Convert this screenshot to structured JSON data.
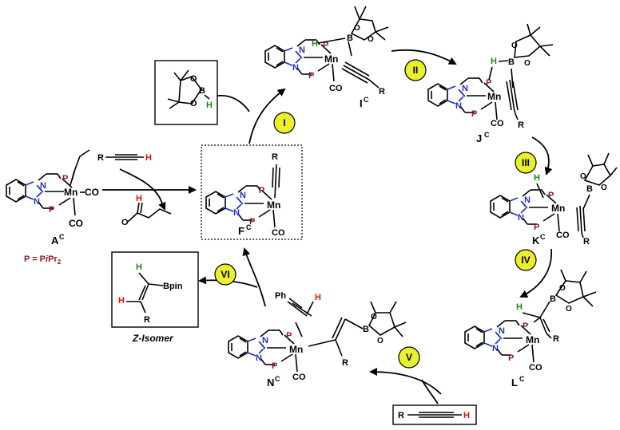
{
  "complexes": {
    "A": {
      "base": "A",
      "sup": "C"
    },
    "F": {
      "base": "F",
      "sup": "C"
    },
    "I": {
      "base": "I",
      "sup": "C"
    },
    "J": {
      "base": "J",
      "sup": "C"
    },
    "K": {
      "base": "K",
      "sup": "C"
    },
    "L": {
      "base": "L",
      "sup": "C"
    },
    "N": {
      "base": "N",
      "sup": "C"
    }
  },
  "steps": [
    "I",
    "II",
    "III",
    "IV",
    "V",
    "VI"
  ],
  "atoms": {
    "Mn": "Mn",
    "N": "N",
    "P": "P",
    "CO": "CO",
    "H": "H",
    "B": "B",
    "O": "O",
    "R": "R",
    "Ph": "Ph",
    "Bpin": "Bpin"
  },
  "legend": {
    "p_def": "P = P",
    "p_i": "i",
    "p_pr": "Pr",
    "p_sub": "2"
  },
  "product": {
    "label": "Z-Isomer"
  },
  "colors": {
    "yellow": "#eaf02a",
    "blue": "#1f2fbf",
    "green": "#1a8a1a",
    "red": "#e01010",
    "brown": "#8b1a1a"
  }
}
